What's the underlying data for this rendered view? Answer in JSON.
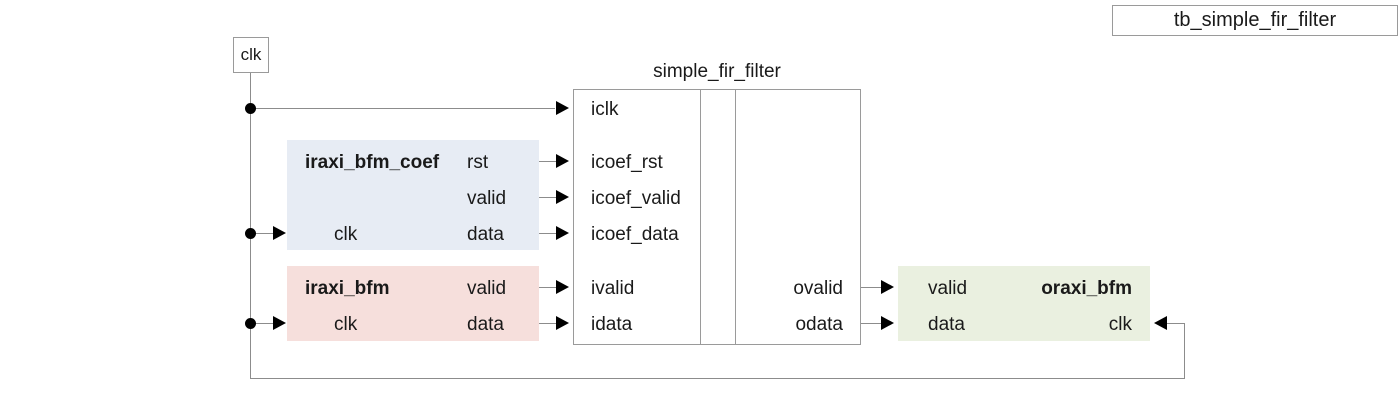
{
  "diagram": {
    "title": "tb_simple_fir_filter",
    "clock_source": {
      "label": "clk"
    },
    "dut": {
      "name": "simple_fir_filter",
      "inputs": [
        "iclk",
        "icoef_rst",
        "icoef_valid",
        "icoef_data",
        "ivalid",
        "idata"
      ],
      "outputs": [
        "ovalid",
        "odata"
      ]
    },
    "blocks": [
      {
        "name": "iraxi_bfm_coef",
        "fill": "#e7ecf4",
        "inputs": [
          "clk"
        ],
        "outputs": [
          "rst",
          "valid",
          "data"
        ]
      },
      {
        "name": "iraxi_bfm",
        "fill": "#f6dfdc",
        "inputs": [
          "clk"
        ],
        "outputs": [
          "valid",
          "data"
        ]
      },
      {
        "name": "oraxi_bfm",
        "fill": "#eaf0e0",
        "inputs": [
          "valid",
          "data",
          "clk"
        ],
        "outputs": []
      }
    ],
    "colors": {
      "coef_bfm_fill": "#e7ecf4",
      "in_bfm_fill": "#f6dfdc",
      "out_bfm_fill": "#eaf0e0",
      "wire": "#8c8c8c",
      "border": "#9a9a9a",
      "text": "#1a1a1a"
    }
  }
}
